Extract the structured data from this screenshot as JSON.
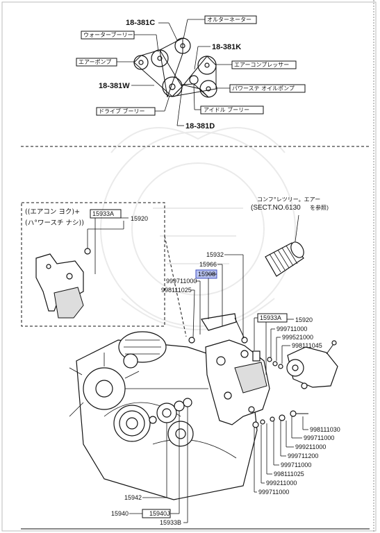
{
  "belt_diagram": {
    "codes": {
      "c": "18-381C",
      "k": "18-381K",
      "w": "18-381W",
      "d": "18-381D"
    },
    "labels": {
      "alternator": "オルターネーター",
      "water_pulley": "ウォーターブーリー",
      "air_pump": "エアーポンプ",
      "ac_compressor": "エアーコンプレッサー",
      "power_steering_pump": "パワーステ オイルポンプ",
      "drive_pulley": "ドライブ ブーリー",
      "idler_pulley": "アイドル ブーリー"
    }
  },
  "inset": {
    "note_line1": "((エアコン ヨク)+",
    "note_line2": "(ハ°ワースチ ナシ))",
    "p15933a": "15933A",
    "p15920": "15920"
  },
  "reference": {
    "line1": "コンフ°レツリー。エアー",
    "line2": "(SECT.NO.6130",
    "line3": "を参照)"
  },
  "parts": {
    "p15932": "15932",
    "p15966": "15966",
    "p15908": "15908",
    "p999711000a": "999711000",
    "p998111025a": "998111025",
    "p15933a": "15933A",
    "p15920": "15920",
    "p999711000b": "999711000",
    "p999521000": "999521000",
    "p998111045": "998111045",
    "p998111030": "998111030",
    "p999711000c": "999711000",
    "p999211000a": "999211000",
    "p999711200": "999711200",
    "p999711000d": "999711000",
    "p998111025b": "998111025",
    "p999211000b": "999211000",
    "p999711000e": "999711000",
    "p15942": "15942",
    "p15940": "15940",
    "p15940j": "15940J",
    "p15933b": "15933B"
  },
  "colors": {
    "highlight": "#b9c3f0",
    "highlight_border": "#3f4fc0"
  }
}
